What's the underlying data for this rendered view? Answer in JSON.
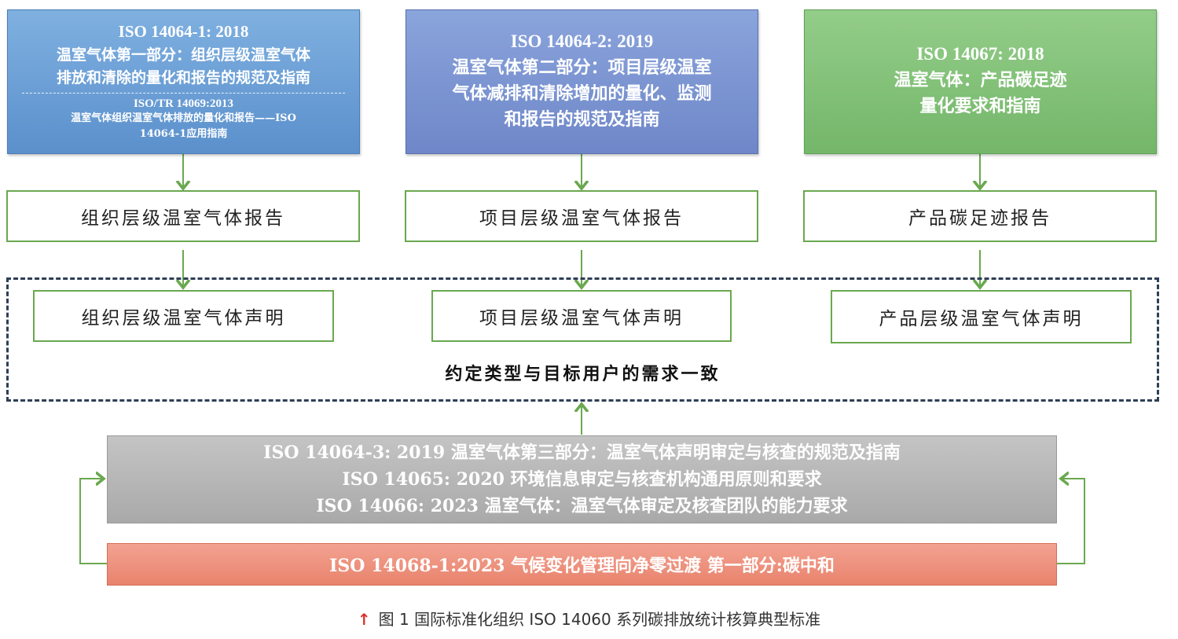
{
  "standards_top": [
    {
      "code": "ISO 14064-1: 2018",
      "lines": [
        "温室气体第一部分：组织层级温室气体",
        "排放和清除的量化和报告的规范及指南"
      ],
      "sub_code": "ISO/TR 14069:2013",
      "sub_lines": [
        "温室气体组织温室气体排放的量化和报告——ISO",
        "14064-1应用指南"
      ]
    },
    {
      "code": "ISO 14064-2: 2019",
      "lines": [
        "温室气体第二部分：项目层级温室",
        "气体减排和清除增加的量化、监测",
        "和报告的规范及指南"
      ]
    },
    {
      "code": "ISO 14067: 2018",
      "lines": [
        "温室气体：产品碳足迹",
        "量化要求和指南"
      ]
    }
  ],
  "reports": [
    "组织层级温室气体报告",
    "项目层级温室气体报告",
    "产品碳足迹报告"
  ],
  "statements": [
    "组织层级温室气体声明",
    "项目层级温室气体声明",
    "产品层级温室气体声明"
  ],
  "consensus": "约定类型与目标用户的需求一致",
  "verification": [
    "ISO 14064-3: 2019 温室气体第三部分：温室气体声明审定与核查的规范及指南",
    "ISO 14065: 2020 环境信息审定与核查机构通用原则和要求",
    "ISO 14066: 2023 温室气体：温室气体审定及核查团队的能力要求"
  ],
  "net_zero": "ISO 14068-1:2023 气候变化管理向净零过渡  第一部分:碳中和",
  "caption": {
    "marker": "↑",
    "text": "图 1   国际标准化组织 ISO 14060 系列碳排放统计核算典型标准"
  },
  "colors": {
    "green_line": "#6aa84f",
    "dashed_border": "#2e3f55",
    "caption_arrow": "#d8322a"
  }
}
